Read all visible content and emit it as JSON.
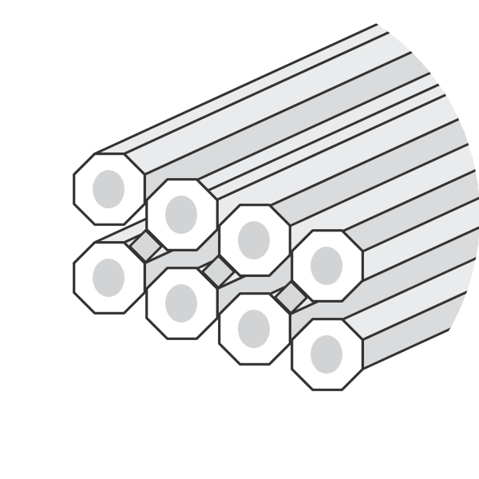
{
  "diagram": {
    "subject": "bundle-of-octagonal-prisms",
    "rows": 2,
    "columns": 4,
    "colors": {
      "background": "#ffffff",
      "face": "#ffffff",
      "side_light": "#eaebec",
      "side_dark": "#dadbdc",
      "bore": "#d2d3d4",
      "filler": "#d7d8d9",
      "stroke": "#333333"
    }
  }
}
